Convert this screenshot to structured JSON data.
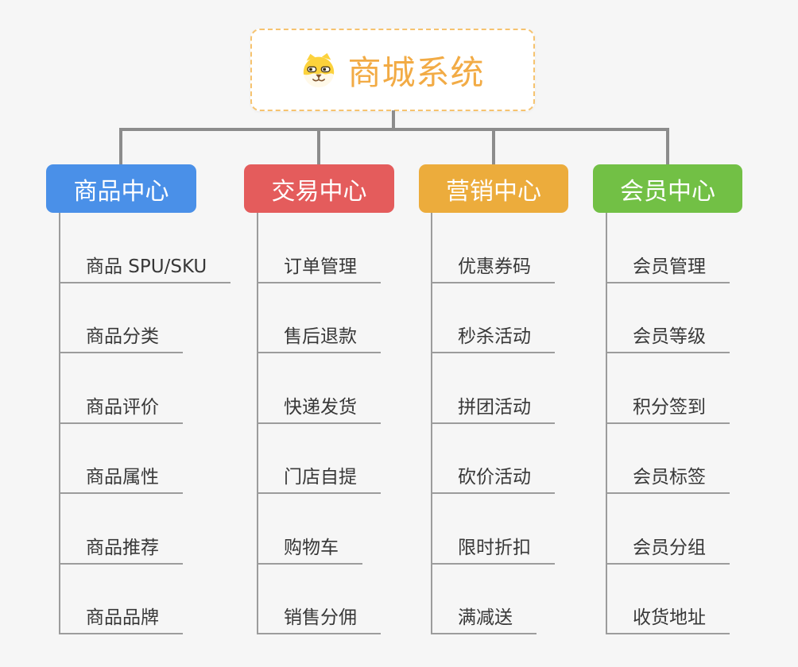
{
  "root": {
    "title": "商城系统",
    "icon": "dog-icon"
  },
  "branches": [
    {
      "label": "商品中心",
      "color": "#4a90e8",
      "children": [
        "商品 SPU/SKU",
        "商品分类",
        "商品评价",
        "商品属性",
        "商品推荐",
        "商品品牌"
      ]
    },
    {
      "label": "交易中心",
      "color": "#e45c5c",
      "children": [
        "订单管理",
        "售后退款",
        "快递发货",
        "门店自提",
        "购物车",
        "销售分佣"
      ]
    },
    {
      "label": "营销中心",
      "color": "#ecac3c",
      "children": [
        "优惠券码",
        "秒杀活动",
        "拼团活动",
        "砍价活动",
        "限时折扣",
        "满减送"
      ]
    },
    {
      "label": "会员中心",
      "color": "#72c045",
      "children": [
        "会员管理",
        "会员等级",
        "积分签到",
        "会员标签",
        "会员分组",
        "收货地址"
      ]
    }
  ],
  "colors": {
    "background": "#f6f6f6",
    "root_border": "#f6c36f",
    "root_text": "#f2ab45",
    "connector": "#8c8c8c",
    "child_line": "#9c9c9c",
    "child_text": "#383838"
  }
}
